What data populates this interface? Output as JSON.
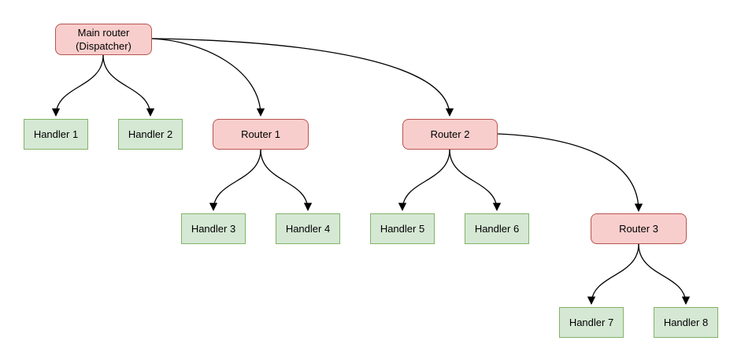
{
  "diagram": {
    "type": "tree-flowchart",
    "colors": {
      "router_fill": "#f8cecc",
      "router_border": "#b85450",
      "handler_fill": "#d5e8d4",
      "handler_border": "#82b366",
      "edge": "#000000",
      "background": "#ffffff",
      "text": "#000000"
    },
    "nodes": [
      {
        "id": "main-router",
        "label": "Main router\n(Dispatcher)",
        "type": "router"
      },
      {
        "id": "handler-1",
        "label": "Handler 1",
        "type": "handler"
      },
      {
        "id": "handler-2",
        "label": "Handler 2",
        "type": "handler"
      },
      {
        "id": "router-1",
        "label": "Router 1",
        "type": "router"
      },
      {
        "id": "router-2",
        "label": "Router 2",
        "type": "router"
      },
      {
        "id": "handler-3",
        "label": "Handler 3",
        "type": "handler"
      },
      {
        "id": "handler-4",
        "label": "Handler 4",
        "type": "handler"
      },
      {
        "id": "handler-5",
        "label": "Handler 5",
        "type": "handler"
      },
      {
        "id": "handler-6",
        "label": "Handler 6",
        "type": "handler"
      },
      {
        "id": "router-3",
        "label": "Router 3",
        "type": "router"
      },
      {
        "id": "handler-7",
        "label": "Handler 7",
        "type": "handler"
      },
      {
        "id": "handler-8",
        "label": "Handler 8",
        "type": "handler"
      }
    ],
    "edges": [
      {
        "from": "main-router",
        "to": "handler-1"
      },
      {
        "from": "main-router",
        "to": "handler-2"
      },
      {
        "from": "main-router",
        "to": "router-1"
      },
      {
        "from": "main-router",
        "to": "router-2"
      },
      {
        "from": "router-1",
        "to": "handler-3"
      },
      {
        "from": "router-1",
        "to": "handler-4"
      },
      {
        "from": "router-2",
        "to": "handler-5"
      },
      {
        "from": "router-2",
        "to": "handler-6"
      },
      {
        "from": "router-2",
        "to": "router-3"
      },
      {
        "from": "router-3",
        "to": "handler-7"
      },
      {
        "from": "router-3",
        "to": "handler-8"
      }
    ]
  }
}
